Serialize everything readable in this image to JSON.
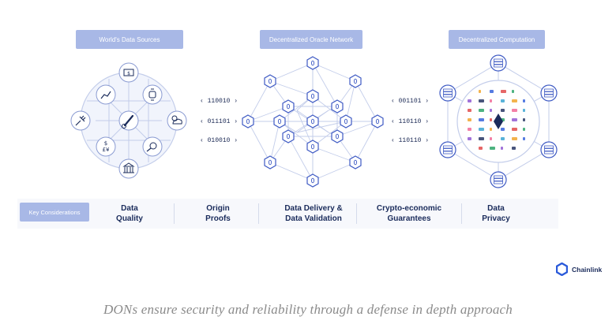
{
  "headers": {
    "sources": "World's Data Sources",
    "oracle": "Decentralized Oracle Network",
    "computation": "Decentralized Computation"
  },
  "bitstreams": {
    "left": [
      "110010",
      "011101",
      "010010"
    ],
    "right": [
      "001101",
      "110110",
      "110110"
    ]
  },
  "source_icons": [
    "money-icon",
    "chart-icon",
    "watch-icon",
    "plug-icon",
    "thermometer-icon",
    "weather-icon",
    "currency-icon",
    "sports-icon",
    "bank-icon"
  ],
  "key_considerations": {
    "label": "Key Considerations",
    "items": [
      "Data\nQuality",
      "Origin\nProofs",
      "Data Delivery &\nData Validation",
      "Crypto-economic\nGuarantees",
      "Data\nPrivacy"
    ]
  },
  "brand": "Chainlink",
  "caption": "DONs ensure security and reliability through a defense in depth approach",
  "colors": {
    "accent": "#a8b8e6",
    "line": "#c3cdea",
    "node_stroke": "#3f5bc4",
    "dark": "#1a2b5b"
  }
}
